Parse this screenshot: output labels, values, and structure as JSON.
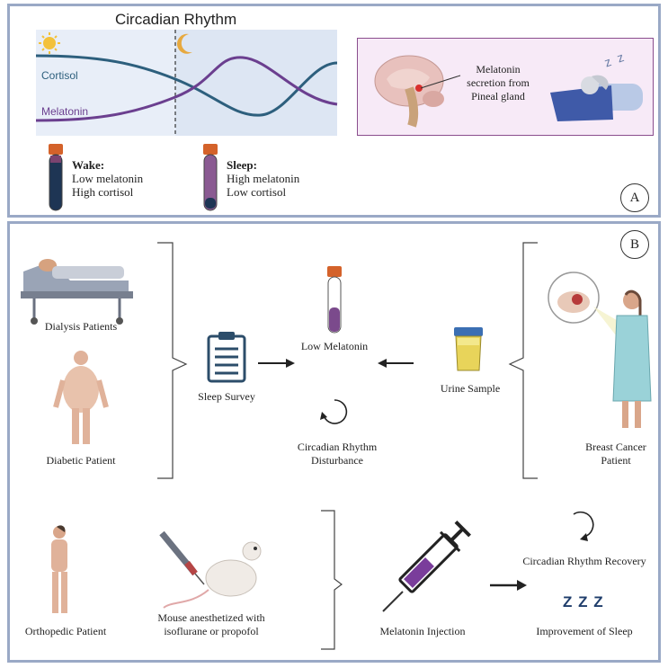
{
  "panel_a": {
    "title": "Circadian Rhythm",
    "cortisol_label": "Cortisol",
    "melatonin_label": "Melatonin",
    "wake_title": "Wake:",
    "wake_line1": "Low melatonin",
    "wake_line2": "High cortisol",
    "sleep_title": "Sleep:",
    "sleep_line1": "High melatonin",
    "sleep_line2": "Low cortisol",
    "pineal_line1": "Melatonin",
    "pineal_line2": "secretion from",
    "pineal_line3": "Pineal gland",
    "sleep_z": "z z",
    "panel_label": "A",
    "colors": {
      "cortisol": "#2d5f7d",
      "melatonin": "#6b3f8f",
      "bg": "#e8eef8",
      "pineal_box": "#f7eaf7"
    }
  },
  "panel_b": {
    "panel_label": "B",
    "dialysis": "Dialysis Patients",
    "diabetic": "Diabetic Patient",
    "sleep_survey": "Sleep Survey",
    "low_melatonin": "Low Melatonin",
    "urine_sample": "Urine Sample",
    "circadian_disturbance_1": "Circadian Rhythm",
    "circadian_disturbance_2": "Disturbance",
    "breast_cancer_1": "Breast Cancer",
    "breast_cancer_2": "Patient",
    "orthopedic": "Orthopedic Patient",
    "mouse_1": "Mouse anesthetized with",
    "mouse_2": "isoflurane or propofol",
    "melatonin_injection": "Melatonin Injection",
    "circadian_recovery": "Circadian Rhythm Recovery",
    "improvement_sleep": "Improvement of Sleep",
    "zzz": "Z Z Z"
  }
}
